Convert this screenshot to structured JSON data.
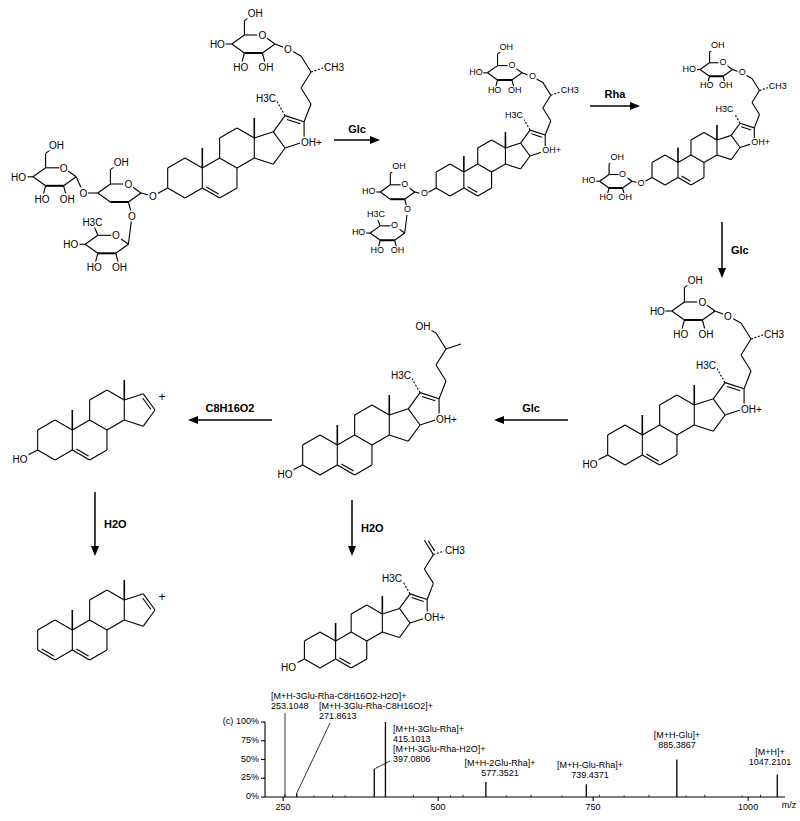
{
  "diagram": {
    "labels": [
      "H3C",
      "OH+",
      "CH3",
      "O",
      "OH",
      "HO",
      "HO",
      "OH",
      "O",
      "O",
      "OH",
      "O",
      "O",
      "O",
      "OH",
      "HO",
      "HO",
      "OH",
      "O",
      "H3C",
      "HO",
      "HO",
      "OH",
      "O",
      "Glc",
      "H3C",
      "OH+",
      "CH3",
      "O",
      "OH",
      "HO",
      "HO",
      "OH",
      "O",
      "O",
      "OH",
      "HO",
      "O",
      "O",
      "H3C",
      "HO",
      "HO",
      "OH",
      "O",
      "Rha",
      "H3C",
      "OH+",
      "CH3",
      "O",
      "OH",
      "HO",
      "HO",
      "OH",
      "O",
      "O",
      "OH",
      "HO",
      "HO",
      "OH",
      "O",
      "Glc",
      "H3C",
      "OH+",
      "CH3",
      "O",
      "OH",
      "HO",
      "HO",
      "OH",
      "O",
      "HO",
      "Glc",
      "H3C",
      "OH+",
      "OH",
      "HO",
      "C8H16O2",
      "+",
      "HO",
      "H2O",
      "+",
      "H2O",
      "H3C",
      "OH+",
      "CH3",
      "HO",
      "(c)",
      "100%",
      "75%",
      "50%",
      "25%",
      "0%",
      "250",
      "500",
      "750",
      "1000",
      "m/z",
      "[M+H-3Glu-Rha-C8H16O2-H2O]+",
      "253.1048",
      "[M+H-3Glu-Rha-C8H16O2]+",
      "271.8613",
      "[M+H-3Glu-Rha]+",
      "415.1013",
      "[M+H-3Glu-Rha-H2O]+",
      "397.0806",
      "[M+H-2Glu-Rha]+",
      "577.3521",
      "[M+H-Glu-Rha]+",
      "739.4371",
      "[M+H-Glu]+",
      "885.3867",
      "[M+H]+",
      "1047.2101"
    ]
  }
}
